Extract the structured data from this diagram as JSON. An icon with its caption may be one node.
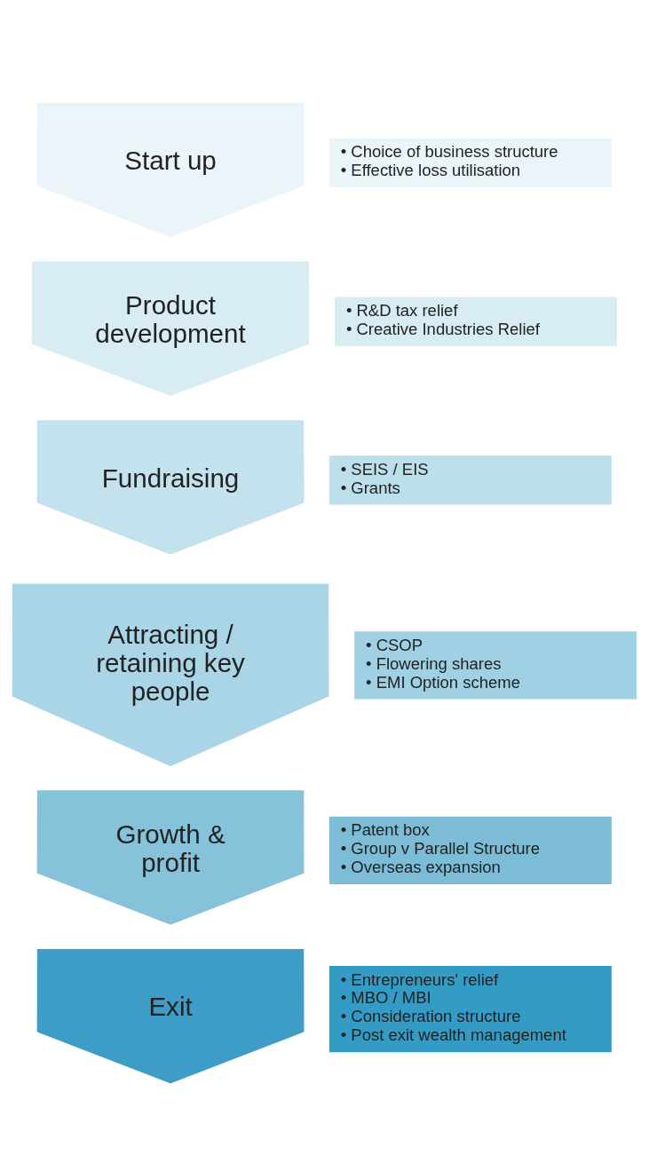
{
  "diagram": {
    "nodes": [
      {
        "text": [
          "Start up"
        ]
      },
      {
        "text": [
          "• Choice of business structure",
          "• Effective loss utilisation"
        ]
      },
      {
        "text": [
          "Product development"
        ]
      },
      {
        "text": [
          "• R&D tax relief",
          "• Creative Industries Relief"
        ]
      },
      {
        "text": [
          "Fundraising"
        ]
      },
      {
        "text": [
          "• SEIS / EIS",
          "• Grants"
        ]
      },
      {
        "text": [
          "Attracting / retaining key people"
        ]
      },
      {
        "text": [
          "• CSOP",
          "• Flowering shares",
          "• EMI Option scheme"
        ]
      },
      {
        "text": [
          "Growth & profit"
        ]
      },
      {
        "text": [
          "• Patent box",
          "• Group v Parallel Structure",
          "• Overseas expansion"
        ]
      },
      {
        "text": [
          "Exit"
        ]
      },
      {
        "text": [
          "• Entrepreneurs' relief",
          "• MBO / MBI",
          "• Consideration structure",
          "• Post exit wealth management"
        ]
      }
    ]
  }
}
